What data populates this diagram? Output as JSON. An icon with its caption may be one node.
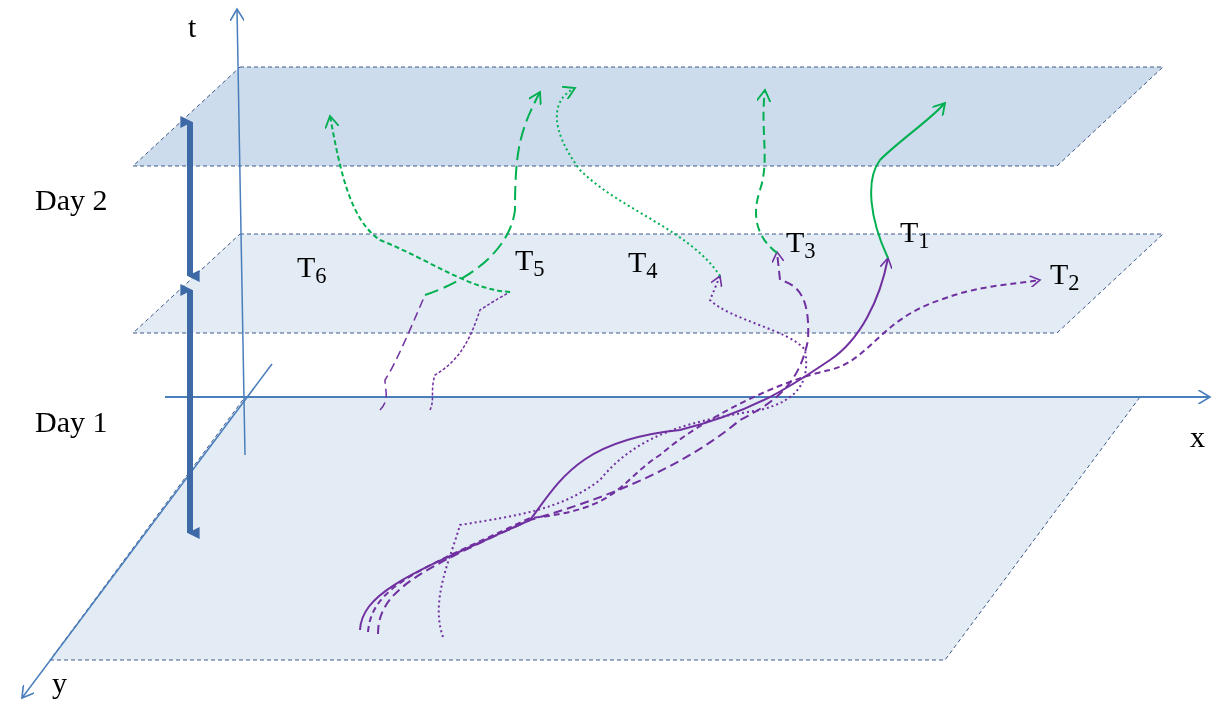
{
  "diagram": {
    "labels": [
      "t",
      "Day 2",
      "T$_{6}$",
      "T$_{5}$",
      "T$_{4}$",
      "T$_{3}$",
      "T$_{1}$",
      "T$_{2}$",
      "Day 1",
      "x",
      "y"
    ]
  }
}
